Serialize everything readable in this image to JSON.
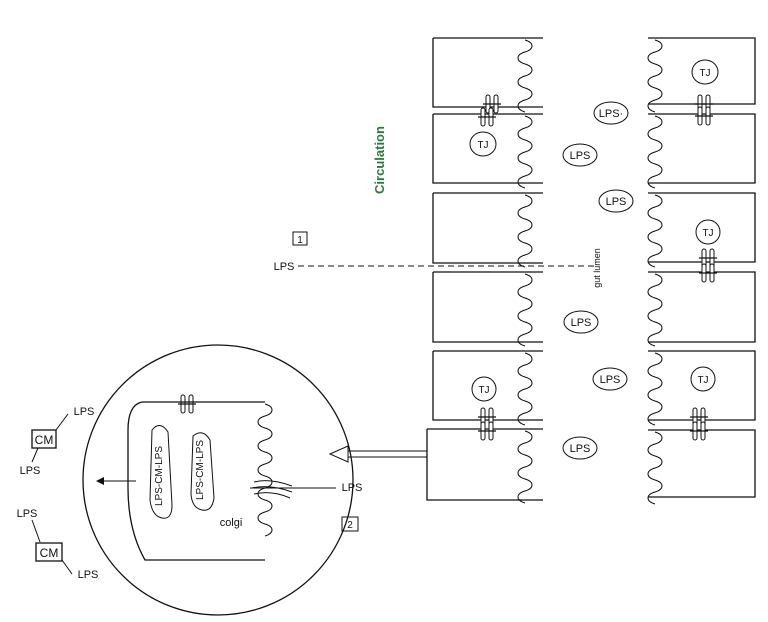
{
  "labels": {
    "circulation": "Circulation",
    "gut_lumen": "gut lumen",
    "lps": "LPS",
    "lps_dot": "LPS·",
    "tj": "TJ",
    "cm": "CM",
    "golgi": "colgi",
    "lps_cm_lps": "LPS-CM-LPS",
    "route_1": "1",
    "route_2": "2"
  },
  "colors": {
    "circulation": "#2a7a3a",
    "line": "#111111"
  }
}
